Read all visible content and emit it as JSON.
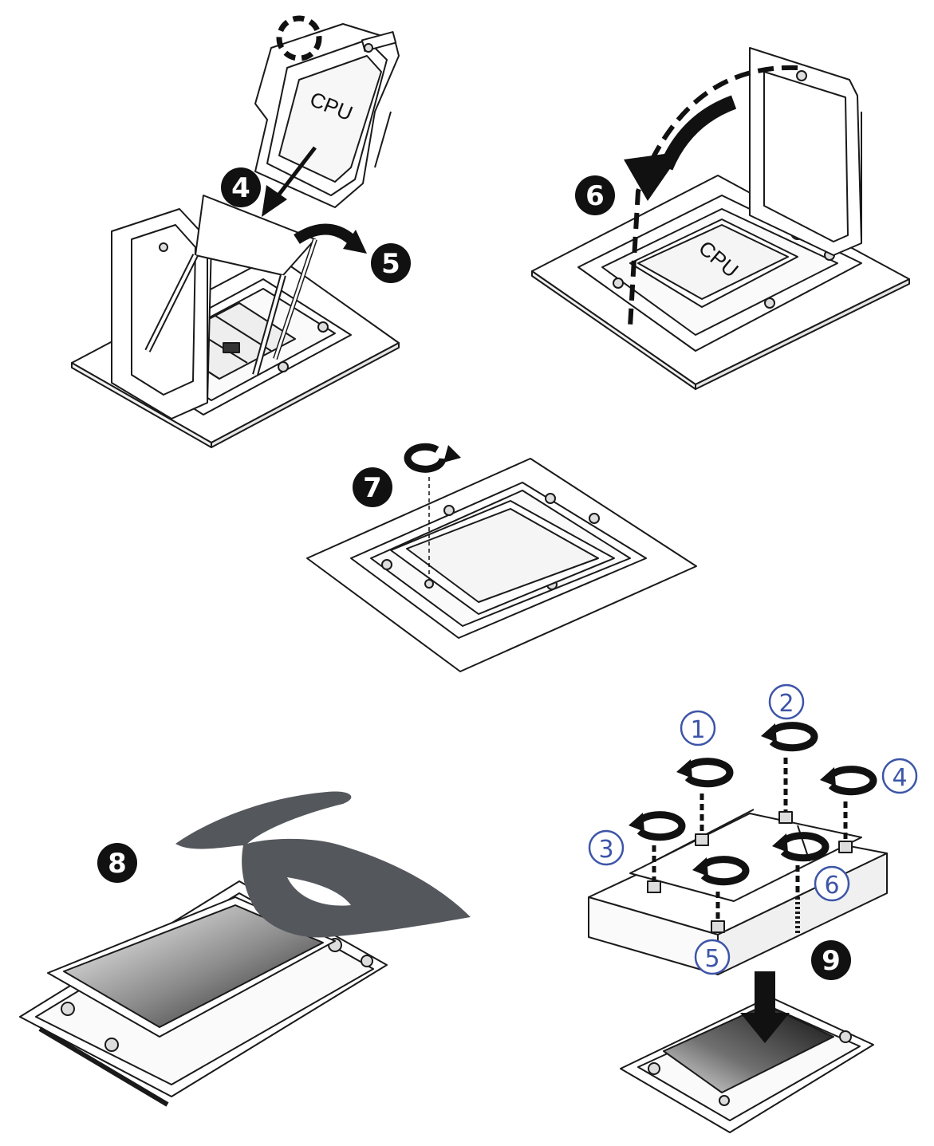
{
  "colors": {
    "line": "#1a1a1a",
    "paper": "#ffffff",
    "panel": "#f4f4f4",
    "hand": "#54575c",
    "marker": "#111111",
    "marker_text": "#ffffff",
    "screw_order": "#3d55a8"
  },
  "steps": {
    "s4": "4",
    "s5": "5",
    "s6": "6",
    "s7": "7",
    "s8": "8",
    "s9": "9"
  },
  "labels": {
    "cpu_carrier": "CPU",
    "cpu_socket": "CPU"
  },
  "screw_order": {
    "o1": "1",
    "o2": "2",
    "o3": "3",
    "o4": "4",
    "o5": "5",
    "o6": "6"
  },
  "icons": {
    "step_marker": "filled-circle",
    "rotate": "rotate-clockwise-icon",
    "arrow": "arrow-down-icon",
    "curved_arrow": "curved-arrow-icon"
  }
}
